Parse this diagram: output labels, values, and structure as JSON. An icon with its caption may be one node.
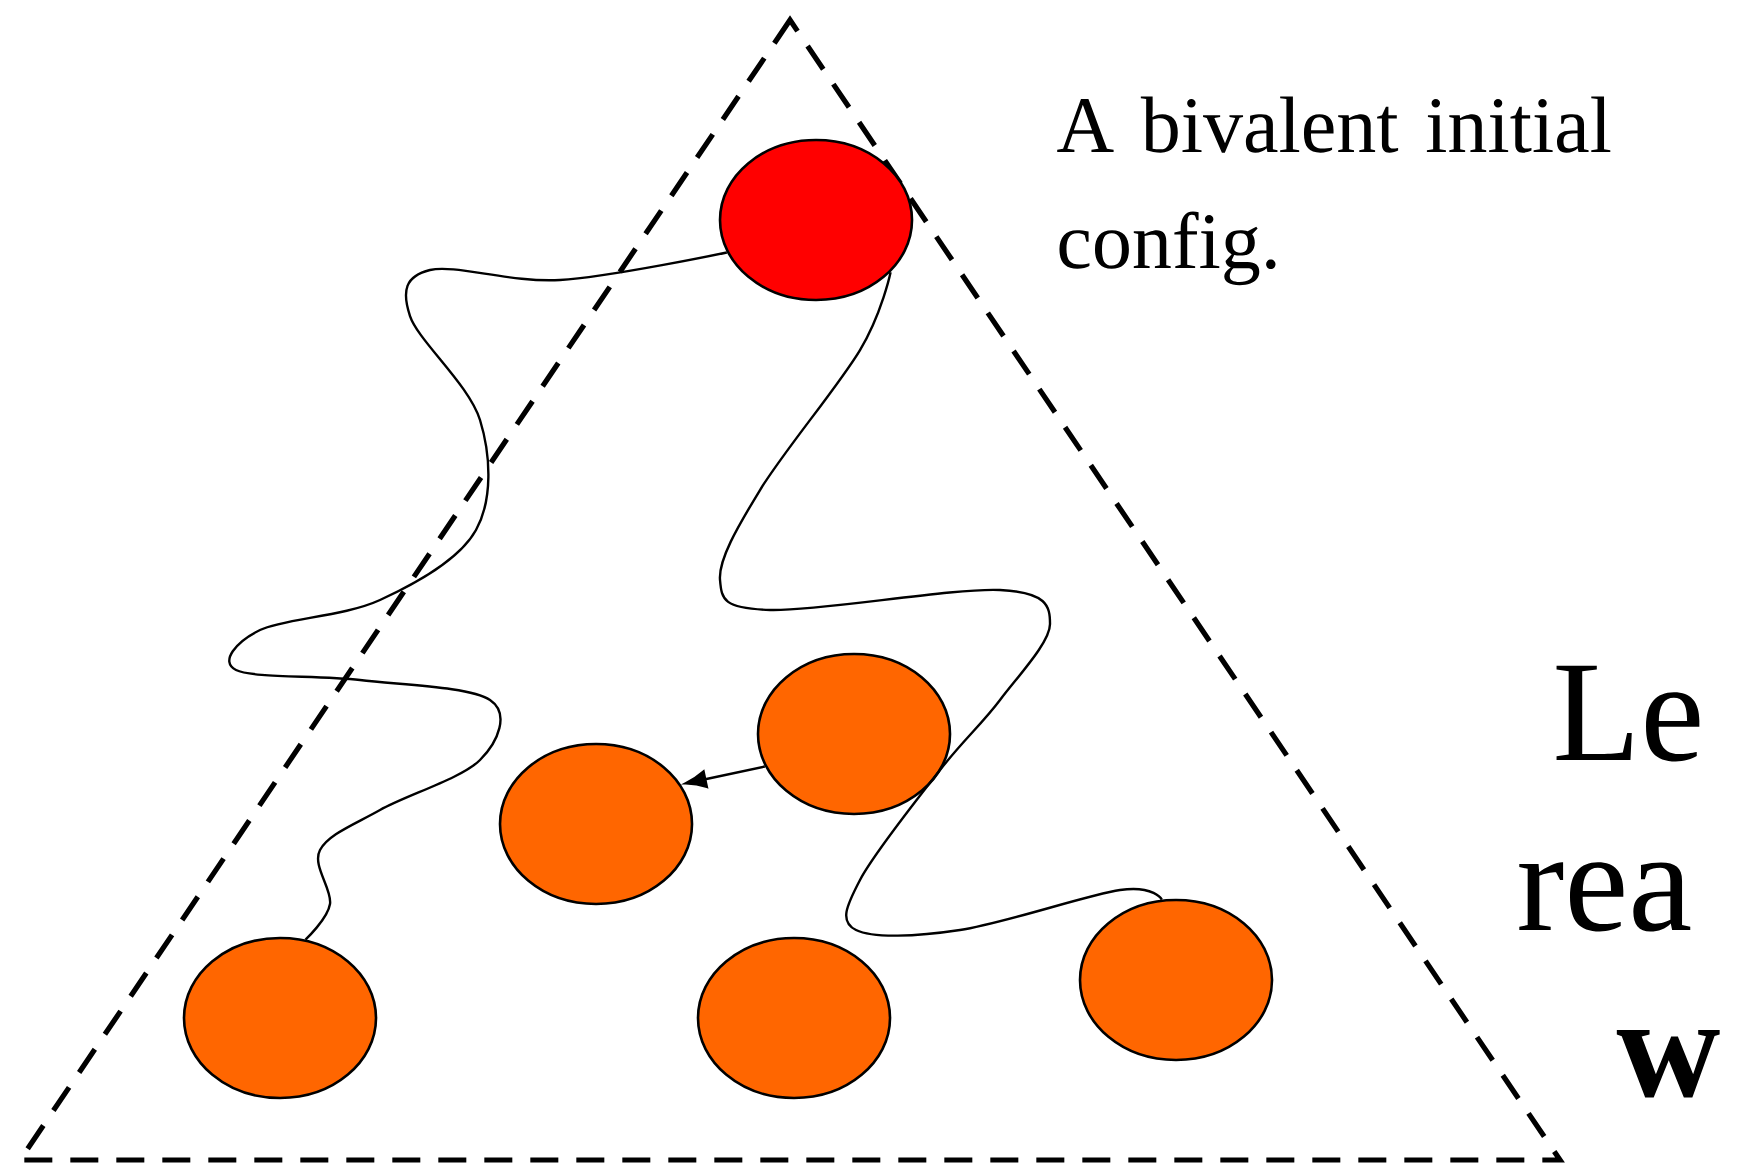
{
  "diagram": {
    "nodes": [
      {
        "text": [],
        "shape": "circle",
        "beside": [
          "A bivalent initial config."
        ]
      },
      {
        "text": [],
        "shape": "circle"
      },
      {
        "text": [],
        "shape": "circle"
      },
      {
        "text": [],
        "shape": "circle"
      },
      {
        "text": [],
        "shape": "circle"
      },
      {
        "text": [],
        "shape": "circle"
      }
    ],
    "edges": [
      {
        "from": 1,
        "to": 2,
        "arrow": "to"
      },
      {
        "from": 0,
        "to": 3,
        "arrow": "none"
      },
      {
        "from": 0,
        "to": 5,
        "arrow": "none"
      }
    ],
    "labels": [
      "Le",
      "rea",
      "w"
    ]
  }
}
